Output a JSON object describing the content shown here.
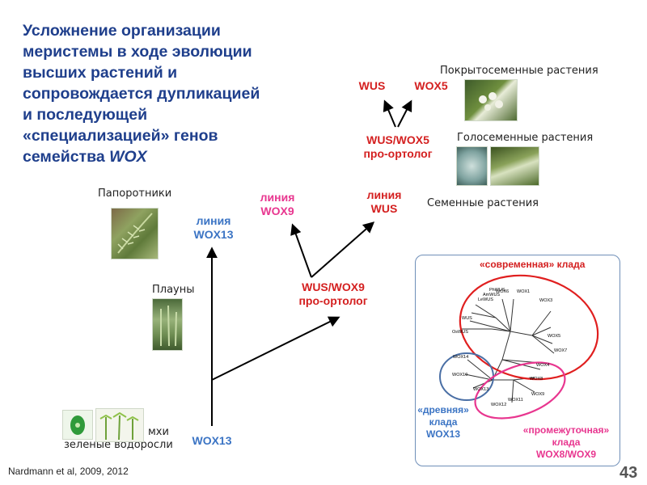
{
  "title": {
    "line1": "Усложнение организации",
    "line2": "меристемы  в ходе эволюции",
    "line3": "высших растений и",
    "line4": "сопровождается   дупликацией",
    "line5": "и последующей",
    "line6": "«специализацией»  генов",
    "line7_prefix": "семейства ",
    "line7_italic": "WOX"
  },
  "groups": {
    "angiosperms": "Покрытосеменные растения",
    "gymnosperms": "Голосеменные растения",
    "seed_plants": "Семенные растения",
    "ferns": "Папоротники",
    "lycophytes": "Плауны",
    "mosses": "мхи",
    "green_algae": "зеленые водоросли"
  },
  "genes": {
    "wus": "WUS",
    "wox5": "WOX5",
    "wus_wox5_1": "WUS/WOX5",
    "wus_wox5_2": "про-ортолог",
    "line_wus_1": "линия",
    "line_wus_2": "WUS",
    "line_wox9_1": "линия",
    "line_wox9_2": "WOX9",
    "line_wox13_1": "линия",
    "line_wox13_2": "WOX13",
    "wus_wox9_1": "WUS/WOX9",
    "wus_wox9_2": "про-ортолог",
    "wox13": "WOX13"
  },
  "inset": {
    "modern_clade": "«современная» клада",
    "ancient_1": "«древняя»",
    "ancient_2": "клада",
    "ancient_3": "WOX13",
    "intermediate_1": "«промежуточная»",
    "intermediate_2": "клада",
    "intermediate_3": "WOX8/WOX9",
    "leaves": [
      "PhWUS",
      "AmWUS",
      "LeWUS",
      "WUS",
      "OsWUS",
      "WOX6",
      "WOX1",
      "WOX3",
      "WOX5",
      "WOX7",
      "WOX4",
      "WOX14",
      "WOX10",
      "WOX13",
      "WOX8",
      "WOX11",
      "WOX12",
      "WOX9"
    ]
  },
  "citation": "Nardmann  et al, 2009, 2012",
  "page_number": "43",
  "colors": {
    "title_blue": "#1f3f8c",
    "red": "#d42020",
    "pink": "#e8368f",
    "blue": "#3b74c4",
    "ancient_circle": "#4a6fa5",
    "intermediate_circle": "#e8368f",
    "modern_circle": "#e01f1f"
  }
}
